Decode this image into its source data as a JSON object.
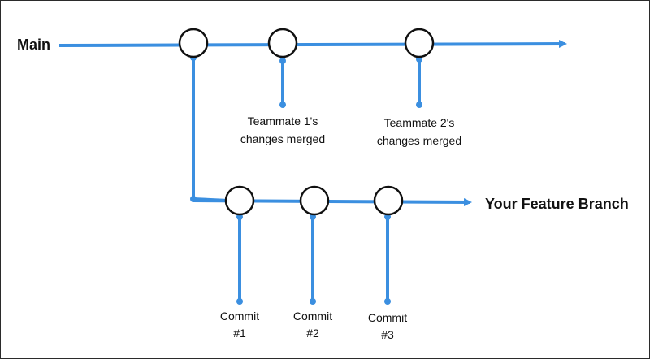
{
  "diagram": {
    "main_label": "Main",
    "feature_label": "Your Feature Branch",
    "main_annotations": [
      {
        "line1": "Teammate 1's",
        "line2": "changes merged"
      },
      {
        "line1": "Teammate 2's",
        "line2": "changes merged"
      }
    ],
    "feature_commits": [
      {
        "line1": "Commit",
        "line2": "#1"
      },
      {
        "line1": "Commit",
        "line2": "#2"
      },
      {
        "line1": "Commit",
        "line2": "#3"
      }
    ],
    "colors": {
      "line": "#3b8fe0",
      "node_fill": "#ffffff",
      "node_stroke": "#111111",
      "text": "#111111"
    }
  }
}
